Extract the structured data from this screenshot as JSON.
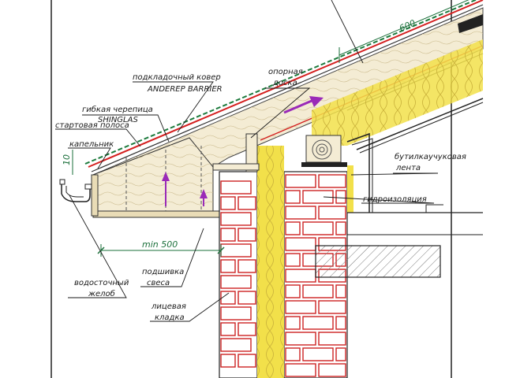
{
  "labels": {
    "underlay": "подкладочный ковер",
    "underlay_brand": "ANDEREP BARRIER",
    "shingles": "гибкая черепица",
    "shingles_brand": "SHINGLAS",
    "starter": "стартовая полоса",
    "drip_edge": "капельник",
    "gutter_1": "водосточный",
    "gutter_2": "желоб",
    "soffit_1": "подшивка",
    "soffit_2": "свеса",
    "facing_1": "лицевая",
    "facing_2": "кладка",
    "support_1": "опорная",
    "support_2": "доска",
    "butyl_1": "бутилкаучуковая",
    "butyl_2": "лента",
    "waterproofing": "гидроизоляция"
  },
  "dimensions": {
    "overhang": "min 500",
    "top_dim": "600",
    "side_dim": "10"
  },
  "colors": {
    "membrane_red": "#d42020",
    "shingle_green": "#1c7a3c",
    "insulation_yellow": "#f2e04a",
    "wood": "#f4ecd4",
    "brick_red": "#cc2222",
    "arrow_purple": "#9a2ab8",
    "dimension_green": "#1a6f3a"
  }
}
